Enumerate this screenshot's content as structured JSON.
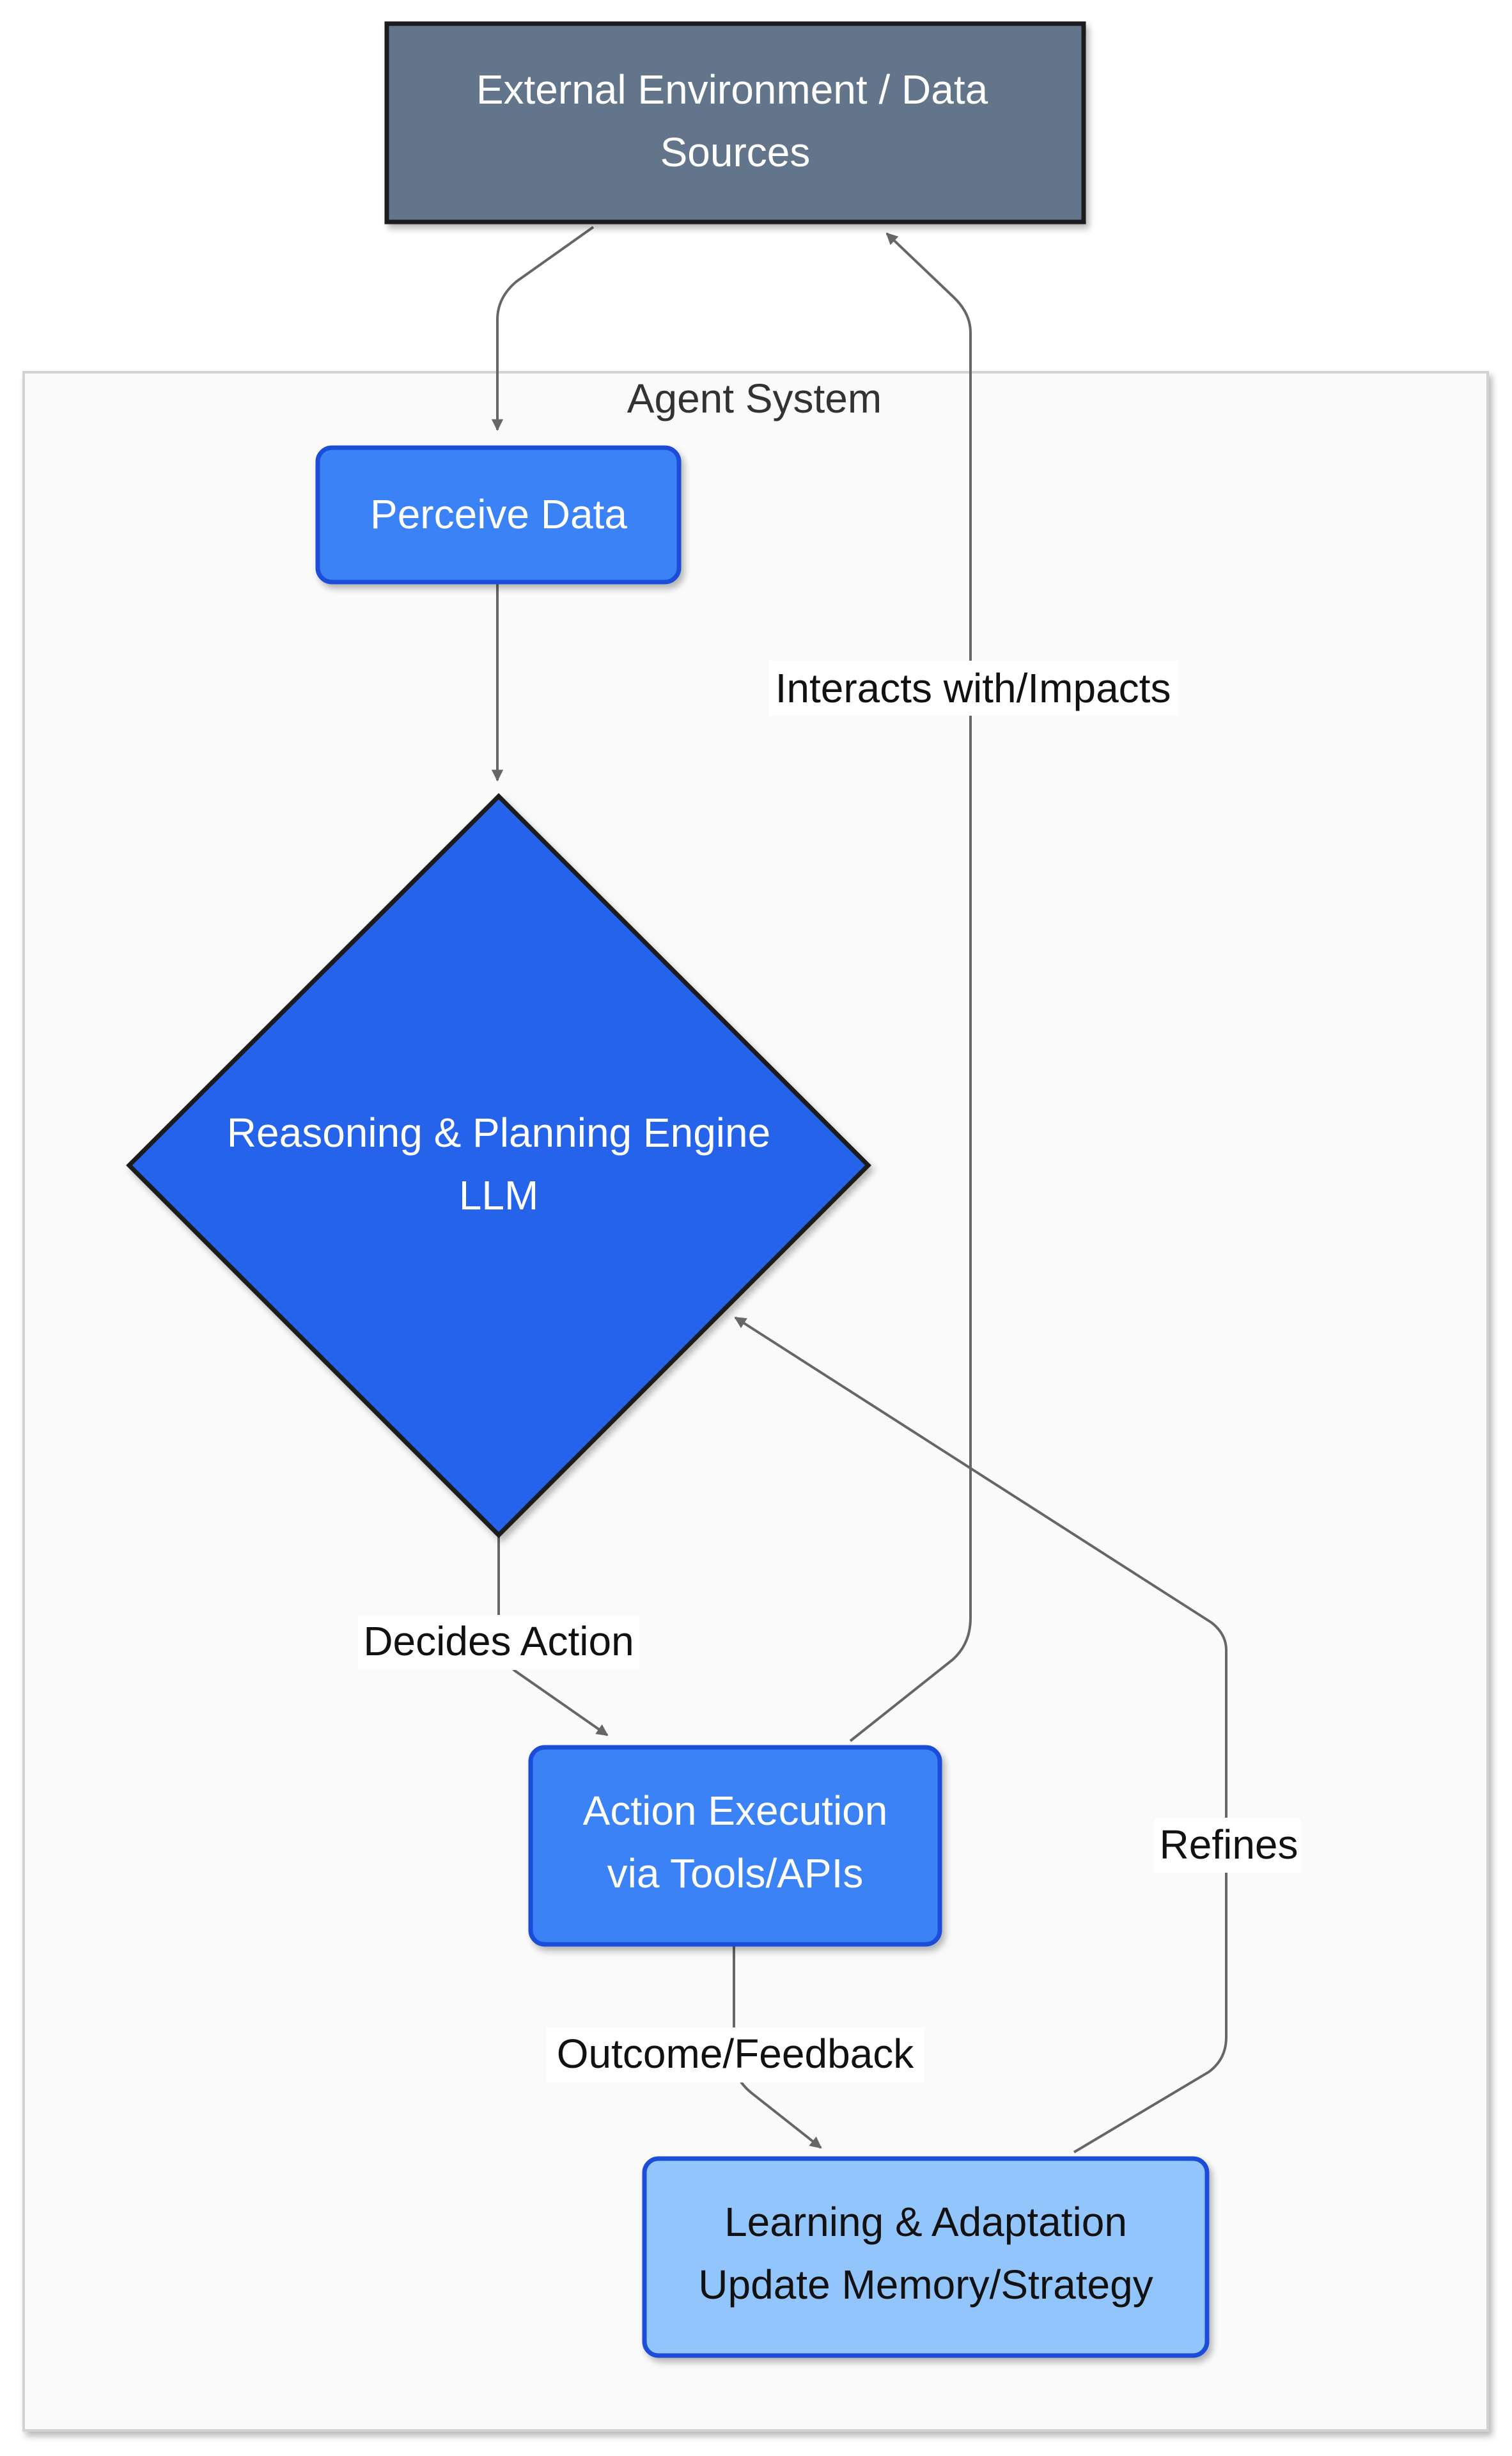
{
  "diagram": {
    "group": {
      "label": "Agent System"
    },
    "nodes": {
      "external": {
        "line1": "External Environment / Data",
        "line2": "Sources"
      },
      "perceive": {
        "line1": "Perceive Data"
      },
      "reasoning": {
        "line1": "Reasoning & Planning Engine",
        "line2": "LLM"
      },
      "action": {
        "line1": "Action Execution",
        "line2": "via Tools/APIs"
      },
      "learning": {
        "line1": "Learning & Adaptation",
        "line2": "Update Memory/Strategy"
      }
    },
    "edges": {
      "decides": "Decides Action",
      "interacts": "Interacts with/Impacts",
      "outcome": "Outcome/Feedback",
      "refines": "Refines"
    }
  },
  "colors": {
    "external_fill": "#64748b",
    "perceive_fill": "#3b82f6",
    "reasoning_fill": "#2563eb",
    "action_fill": "#3b82f6",
    "learning_fill": "#93c5fd",
    "group_fill": "#fafafa",
    "edge": "#666666"
  }
}
